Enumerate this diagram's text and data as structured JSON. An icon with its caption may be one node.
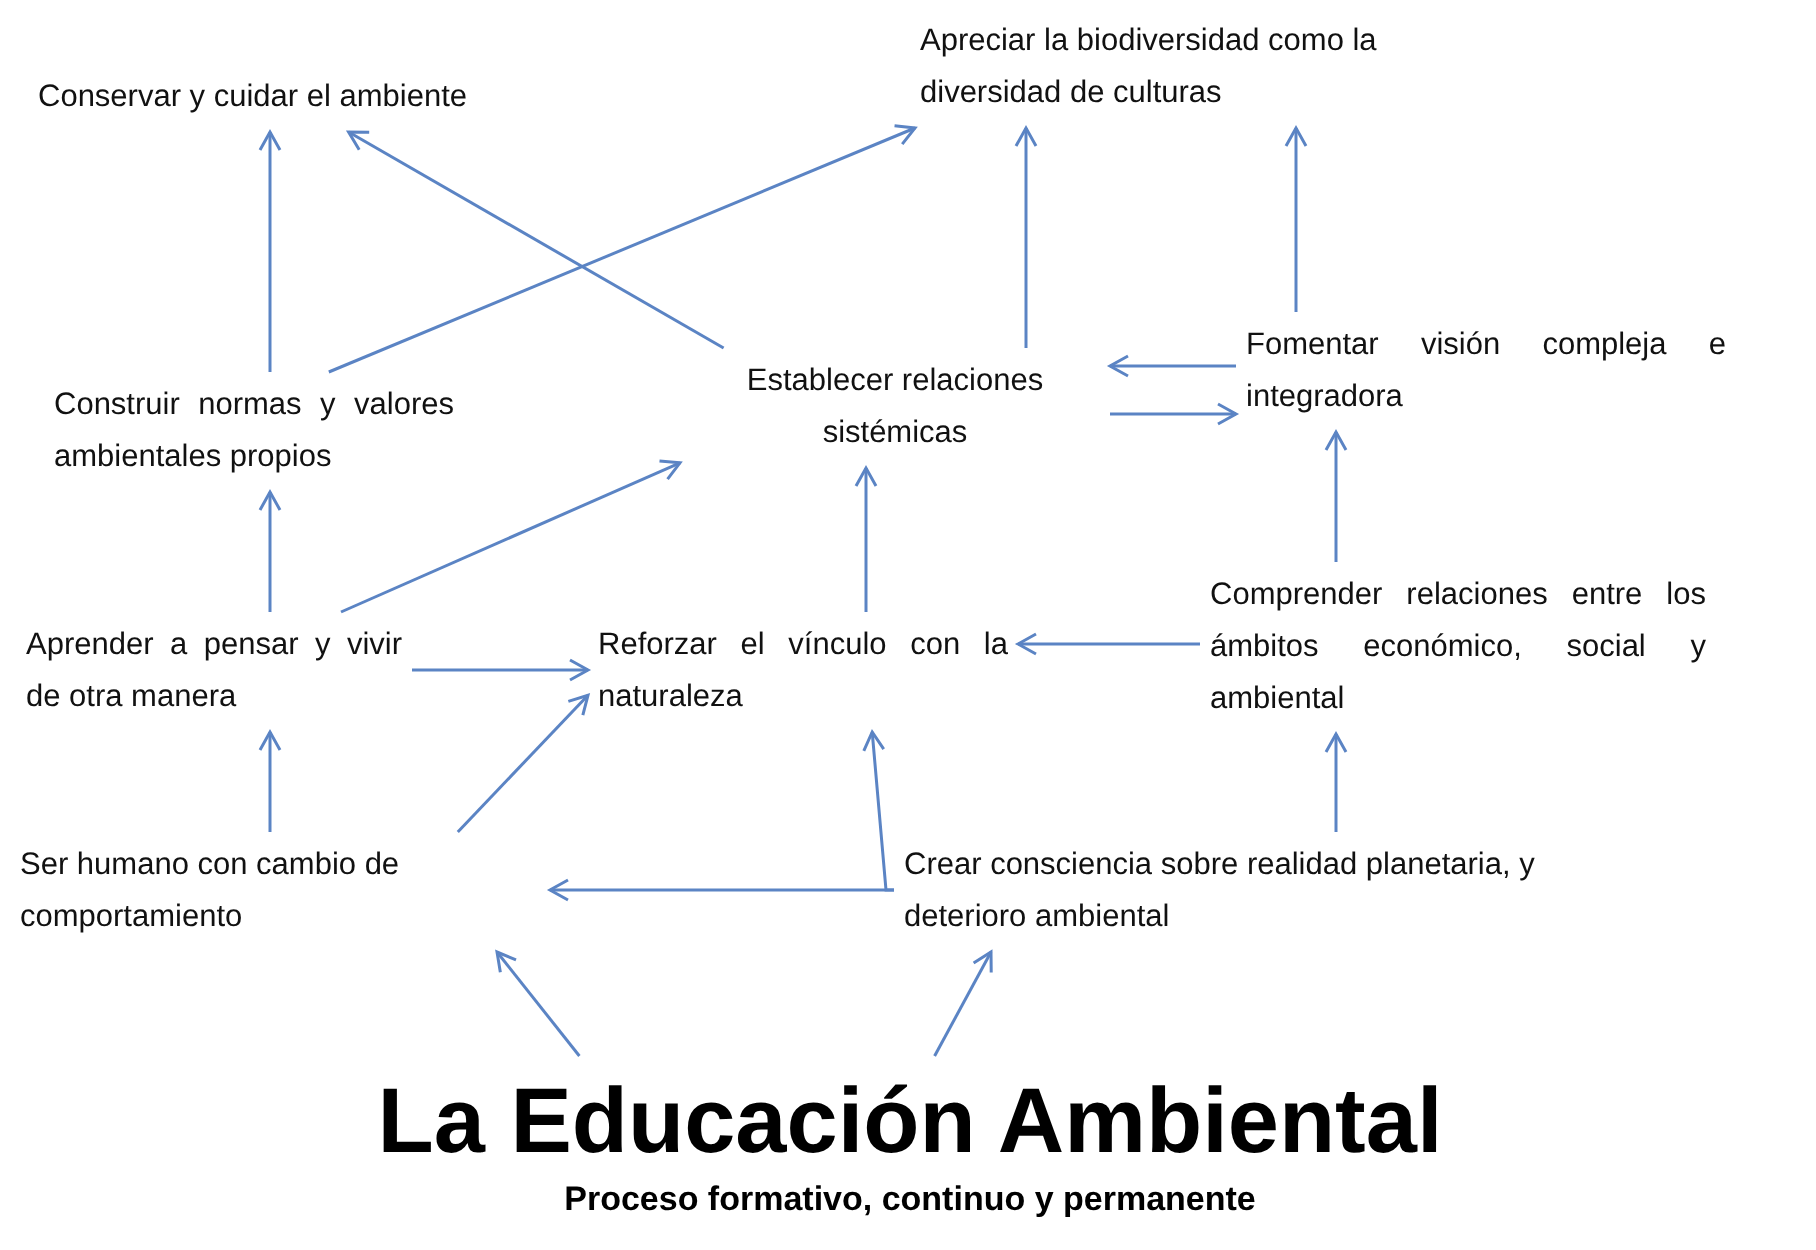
{
  "diagram": {
    "nodes": [
      {
        "text": [
          "Conservar y cuidar el ambiente"
        ]
      },
      {
        "text": [
          "Apreciar la biodiversidad como la diversidad de culturas"
        ]
      },
      {
        "text": [
          "Construir normas y valores ambientales propios"
        ]
      },
      {
        "text": [
          "Establecer relaciones sistémicas"
        ]
      },
      {
        "text": [
          "Fomentar visión compleja e integradora"
        ]
      },
      {
        "text": [
          "Aprender a pensar y vivir de otra manera"
        ]
      },
      {
        "text": [
          "Reforzar el vínculo con la naturaleza"
        ]
      },
      {
        "text": [
          "Comprender relaciones entre los ámbitos económico, social y ambiental"
        ]
      },
      {
        "text": [
          "Ser humano con cambio de comportamiento"
        ]
      },
      {
        "text": [
          "Crear consciencia sobre realidad planetaria, y deterioro ambiental"
        ]
      },
      {
        "text": [
          "La Educación Ambiental",
          "Proceso formativo, continuo y permanente"
        ]
      }
    ],
    "edges": [
      {
        "from": 10,
        "to": 8,
        "arrow": "to"
      },
      {
        "from": 10,
        "to": 9,
        "arrow": "to"
      },
      {
        "from": 8,
        "to": 5,
        "arrow": "to"
      },
      {
        "from": 8,
        "to": 6,
        "arrow": "to"
      },
      {
        "from": 9,
        "to": 8,
        "arrow": "to"
      },
      {
        "from": 9,
        "to": 6,
        "arrow": "to"
      },
      {
        "from": 9,
        "to": 7,
        "arrow": "to"
      },
      {
        "from": 5,
        "to": 2,
        "arrow": "to"
      },
      {
        "from": 5,
        "to": 6,
        "arrow": "to"
      },
      {
        "from": 5,
        "to": 3,
        "arrow": "to"
      },
      {
        "from": 7,
        "to": 6,
        "arrow": "to"
      },
      {
        "from": 6,
        "to": 3,
        "arrow": "to"
      },
      {
        "from": 7,
        "to": 4,
        "arrow": "to"
      },
      {
        "from": 2,
        "to": 0,
        "arrow": "to"
      },
      {
        "from": 2,
        "to": 1,
        "arrow": "to"
      },
      {
        "from": 3,
        "to": 0,
        "arrow": "to"
      },
      {
        "from": 3,
        "to": 1,
        "arrow": "to"
      },
      {
        "from": 4,
        "to": 3,
        "arrow": "to"
      },
      {
        "from": 3,
        "to": 4,
        "arrow": "to"
      },
      {
        "from": 4,
        "to": 1,
        "arrow": "to"
      }
    ]
  }
}
